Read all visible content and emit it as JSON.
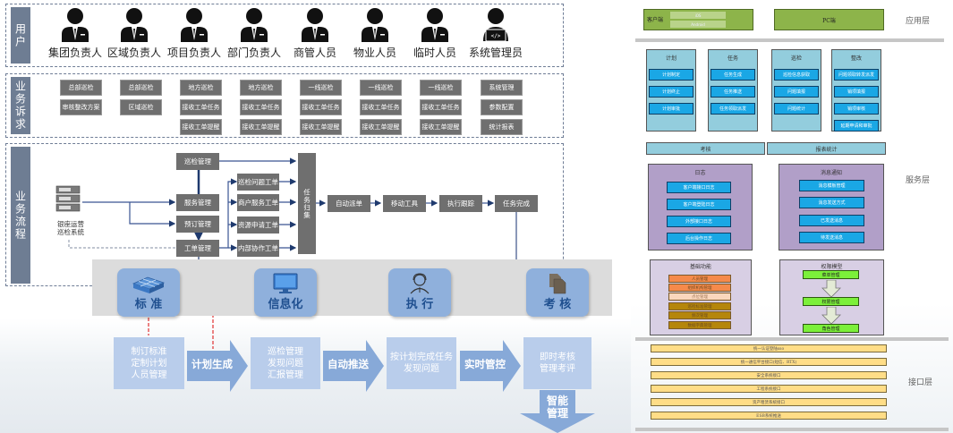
{
  "left": {
    "sections": {
      "users": "用户",
      "requests": "业务诉求",
      "process": "业务流程"
    },
    "users": [
      {
        "label": "集团负责人",
        "icon": "person-tie-icon"
      },
      {
        "label": "区域负责人",
        "icon": "person-tie-icon"
      },
      {
        "label": "项目负责人",
        "icon": "person-tie-icon"
      },
      {
        "label": "部门负责人",
        "icon": "person-tie-icon"
      },
      {
        "label": "商管人员",
        "icon": "person-tie-icon"
      },
      {
        "label": "物业人员",
        "icon": "person-tie-icon"
      },
      {
        "label": "临时人员",
        "icon": "person-tie-icon"
      },
      {
        "label": "系统管理员",
        "icon": "person-laptop-icon"
      }
    ],
    "requests": [
      [
        "总部巡检",
        "审核整改方案"
      ],
      [
        "总部巡检",
        "区域巡检"
      ],
      [
        "地方巡检",
        "接收工单任务",
        "接收工单提醒"
      ],
      [
        "地方巡检",
        "接收工单任务",
        "接收工单提醒"
      ],
      [
        "一线巡检",
        "接收工单任务",
        "接收工单提醒"
      ],
      [
        "一线巡检",
        "接收工单任务",
        "接收工单提醒"
      ],
      [
        "一线巡检",
        "接收工单任务",
        "接收工单提醒"
      ],
      [
        "系统管理",
        "参数配置",
        "统计报表"
      ]
    ],
    "process": {
      "system_label": [
        "银座运营",
        "巡检系统"
      ],
      "mgmt": [
        "巡检管理",
        "服务管理",
        "预订管理",
        "工单管理"
      ],
      "orders": [
        "巡检问题工单",
        "商户服务工单",
        "资源申请工单",
        "内部协作工单"
      ],
      "collect": "任务归集",
      "chain": [
        "自动派单",
        "移动工具",
        "执行跟踪",
        "任务完成"
      ]
    },
    "pillars": [
      {
        "label": "标 准",
        "icon": "stacked-blocks-icon"
      },
      {
        "label": "信息化",
        "icon": "monitor-icon"
      },
      {
        "label": "执 行",
        "icon": "headset-person-icon"
      },
      {
        "label": "考 核",
        "icon": "documents-icon"
      }
    ],
    "steps": [
      {
        "text": "制订标准\n定制计划\n人员管理"
      },
      {
        "arrow": "计划生成"
      },
      {
        "text": "巡检管理\n发现问题\n汇报管理"
      },
      {
        "arrow": "自动推送"
      },
      {
        "text": "按计划完成任务\n发现问题"
      },
      {
        "arrow": "实时管控"
      },
      {
        "text": "即时考核\n管理考评"
      }
    ],
    "final_arrow": "智能\n管理"
  },
  "right": {
    "layers": {
      "app": "应用层",
      "service": "服务层",
      "interface": "接口层"
    },
    "app": {
      "client": "客户端",
      "client_items": [
        "iOS",
        "Android"
      ],
      "pc": "PC端"
    },
    "modules": [
      {
        "title": "计划",
        "items": [
          "计划制定",
          "计划终止",
          "计划审批"
        ]
      },
      {
        "title": "任务",
        "items": [
          "任务生成",
          "任务推送",
          "任务领取派发"
        ]
      },
      {
        "title": "巡检",
        "items": [
          "巡检信息获取",
          "问题填报",
          "问题统计"
        ]
      },
      {
        "title": "整改",
        "items": [
          "问题领取转发派发",
          "销项填报",
          "销项审核",
          "延期申请和审批"
        ]
      }
    ],
    "bars": [
      "考核",
      "报表统计"
    ],
    "log": {
      "title": "日志",
      "items": [
        "客户端接口日志",
        "客户端登陆日志",
        "外部接口日志",
        "后台操作日志"
      ]
    },
    "message": {
      "title": "消息通知",
      "items": [
        "消息模板管理",
        "消息发送方式",
        "已发送消息",
        "待发送消息"
      ]
    },
    "basic": {
      "title": "基础功能",
      "items": [
        {
          "label": "人员管理",
          "color": "#f58a4b"
        },
        {
          "label": "组织机构管理",
          "color": "#f58a4b"
        },
        {
          "label": "点位管理",
          "color": "#fbd7bd"
        },
        {
          "label": "巡检标准管理",
          "color": "#b5860b"
        },
        {
          "label": "频次管理",
          "color": "#b5860b"
        },
        {
          "label": "数据字典管理",
          "color": "#b5860b"
        }
      ]
    },
    "permission": {
      "title": "权限模型",
      "items": [
        "菜单管理",
        "权限管理",
        "角色管理"
      ]
    },
    "interfaces": [
      "统一认证登陆sso",
      "统一通信平台接口(短信、RTX)",
      "安全系统接口",
      "工程系统接口",
      "资产租赁系统接口",
      "ESB系统推送"
    ]
  }
}
